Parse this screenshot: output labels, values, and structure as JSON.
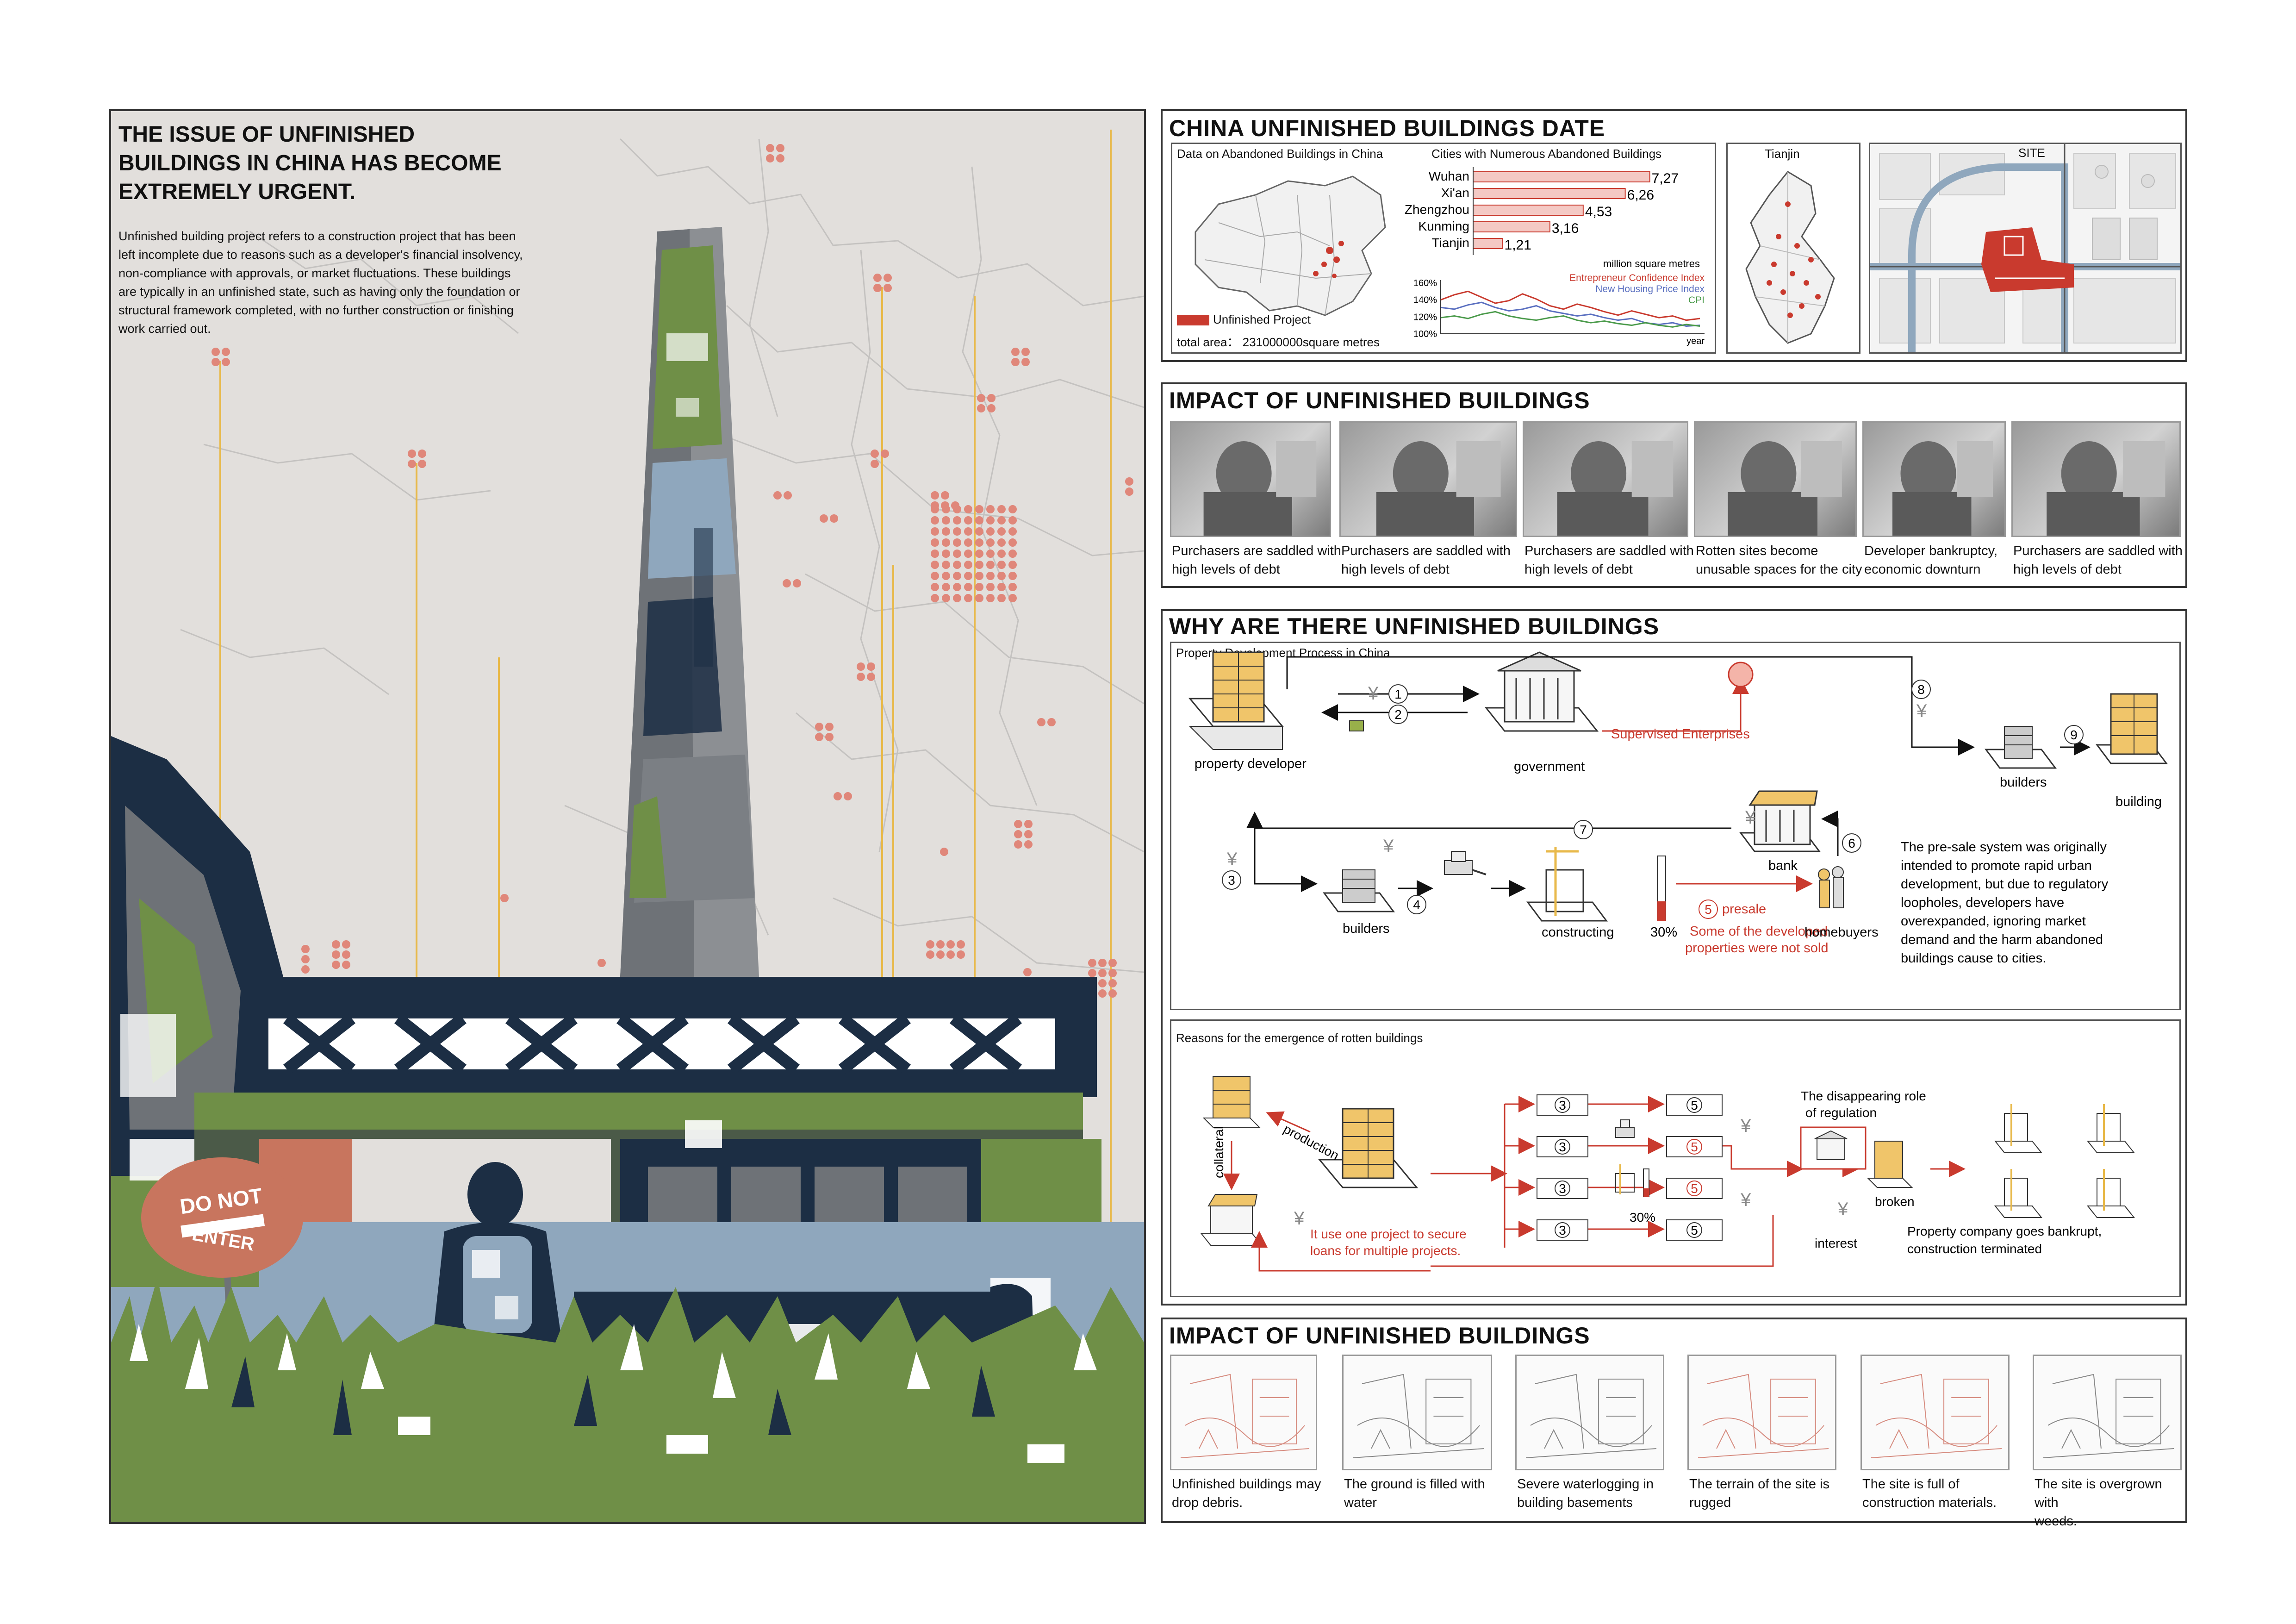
{
  "left": {
    "title_lines": [
      "THE ISSUE OF UNFINISHED",
      "BUILDINGS IN CHINA HAS BECOME",
      "EXTREMELY URGENT."
    ],
    "body_lines": [
      "Unfinished building project refers to a construction project that has been",
      "left incomplete due to reasons such as a developer's financial insolvency,",
      "non-compliance with approvals, or market fluctuations. These buildings",
      "are typically in an unfinished state, such as having only the foundation or",
      "structural framework completed, with no further construction or finishing",
      "work carried out."
    ],
    "sign_lines": [
      "DO NOT",
      "ENTER"
    ]
  },
  "data_panel": {
    "title": "CHINA UNFINISHED BUILDINGS DATE",
    "map_label": "Data on Abandoned Buildings in China",
    "legend_label": "Unfinished Project",
    "total_area": "total area： 231000000square metres",
    "chart_title": "Cities with Numerous Abandoned Buildings",
    "tianjin_label": "Tianjin",
    "site_label": "SITE"
  },
  "chart_data": [
    {
      "type": "bar",
      "title": "Cities with Numerous Abandoned Buildings",
      "categories": [
        "Wuhan",
        "Xi'an",
        "Zhengzhou",
        "Kunming",
        "Tianjin"
      ],
      "values": [
        7.27,
        6.26,
        4.53,
        3.16,
        1.21
      ],
      "value_labels": [
        "7,27",
        "6,26",
        "4,53",
        "3,16",
        "1,21"
      ],
      "xlabel": "million square metres",
      "xlim": [
        0,
        8
      ],
      "color": "#f4c9c4",
      "edge": "#c93a2e"
    },
    {
      "type": "line",
      "x": [
        1,
        2,
        3,
        4,
        5,
        6,
        7,
        8,
        9,
        10,
        11,
        12,
        13,
        14,
        15,
        16,
        17,
        18,
        19,
        20
      ],
      "series": [
        {
          "name": "Entrepreneur Confidence Index",
          "color": "#c93a2e",
          "values": [
            140,
            146,
            150,
            143,
            136,
            139,
            147,
            141,
            133,
            129,
            135,
            131,
            126,
            122,
            127,
            123,
            119,
            121,
            116,
            118
          ]
        },
        {
          "name": "New Housing Price Index",
          "color": "#5a6fc0",
          "values": [
            131,
            129,
            134,
            137,
            131,
            127,
            129,
            133,
            127,
            124,
            121,
            123,
            119,
            116,
            118,
            113,
            111,
            113,
            109,
            110
          ]
        },
        {
          "name": "CPI",
          "color": "#4a9a4a",
          "values": [
            119,
            121,
            118,
            123,
            126,
            121,
            118,
            116,
            119,
            121,
            116,
            113,
            115,
            112,
            110,
            113,
            110,
            108,
            111,
            109
          ]
        }
      ],
      "yticks": [
        "160%",
        "140%",
        "120%",
        "100%"
      ],
      "ylim": [
        100,
        160
      ],
      "xlabel": "year"
    }
  ],
  "impact1": {
    "title": "IMPACT OF UNFINISHED BUILDINGS",
    "items": [
      [
        "Purchasers are saddled with",
        "high levels of debt"
      ],
      [
        "Purchasers are saddled with",
        "high levels of debt"
      ],
      [
        "Purchasers are  saddled with",
        "high levels of debt"
      ],
      [
        "Rotten sites become",
        "unusable spaces for the city"
      ],
      [
        "Developer bankruptcy,",
        "economic downturn"
      ],
      [
        "Purchasers are saddled with",
        "high levels of debt"
      ]
    ]
  },
  "why": {
    "title": "WHY ARE THERE UNFINISHED BUILDINGS",
    "process_title": "Property Development Process in China",
    "labels": {
      "developer": "property developer",
      "government": "government",
      "supervised": "Supervised Enterprises",
      "builders_top": "builders",
      "building": "building",
      "bank": "bank",
      "builders_bottom": "builders",
      "constructing": "constructing",
      "pct": "30%",
      "presale": "presale",
      "unsold_1": "Some of the developed",
      "unsold_2": "properties were not sold",
      "homebuyers": "homebuyers"
    },
    "steps": [
      "1",
      "2",
      "3",
      "4",
      "5",
      "6",
      "7",
      "8",
      "9"
    ],
    "yuan": "¥",
    "presale_note": [
      "The pre-sale system was originally",
      "intended to promote rapid urban",
      "development, but due to regulatory",
      "loopholes, developers have",
      "overexpanded, ignoring market",
      "demand and the harm abandoned",
      "buildings cause to cities."
    ],
    "reasons_title": "Reasons for the emergence of rotten buildings",
    "reasons": {
      "production": "production",
      "collateral": "collateral",
      "loan_1": "It use one project to secure",
      "loan_2": "loans for multiple projects.",
      "col1": [
        "3",
        "3",
        "3",
        "3"
      ],
      "col2": [
        "5",
        "5",
        "5",
        "5"
      ],
      "pct": "30%",
      "regulation_1": "The disappearing role",
      "regulation_2": "of regulation",
      "broken": "broken",
      "interest": "interest",
      "bankrupt_1": "Property company goes bankrupt,",
      "bankrupt_2": "construction terminated"
    }
  },
  "impact2": {
    "title": "IMPACT OF UNFINISHED BUILDINGS",
    "items": [
      [
        "Unfinished buildings may",
        "drop debris."
      ],
      [
        "The ground is filled with",
        "water"
      ],
      [
        "Severe waterlogging in",
        "building basements"
      ],
      [
        "The terrain of the site is",
        "rugged"
      ],
      [
        "The site is full of",
        "construction materials."
      ],
      [
        "The site is overgrown with",
        "weeds."
      ]
    ]
  },
  "colors": {
    "accent": "#c93a2e",
    "pink": "#e0877a",
    "yellow_line": "#e8b94a",
    "navy": "#1c2e44",
    "green": "#6f8f47",
    "slate": "#8fa7bd",
    "grey": "#7d8085",
    "bg_map": "#e2dfdc"
  }
}
